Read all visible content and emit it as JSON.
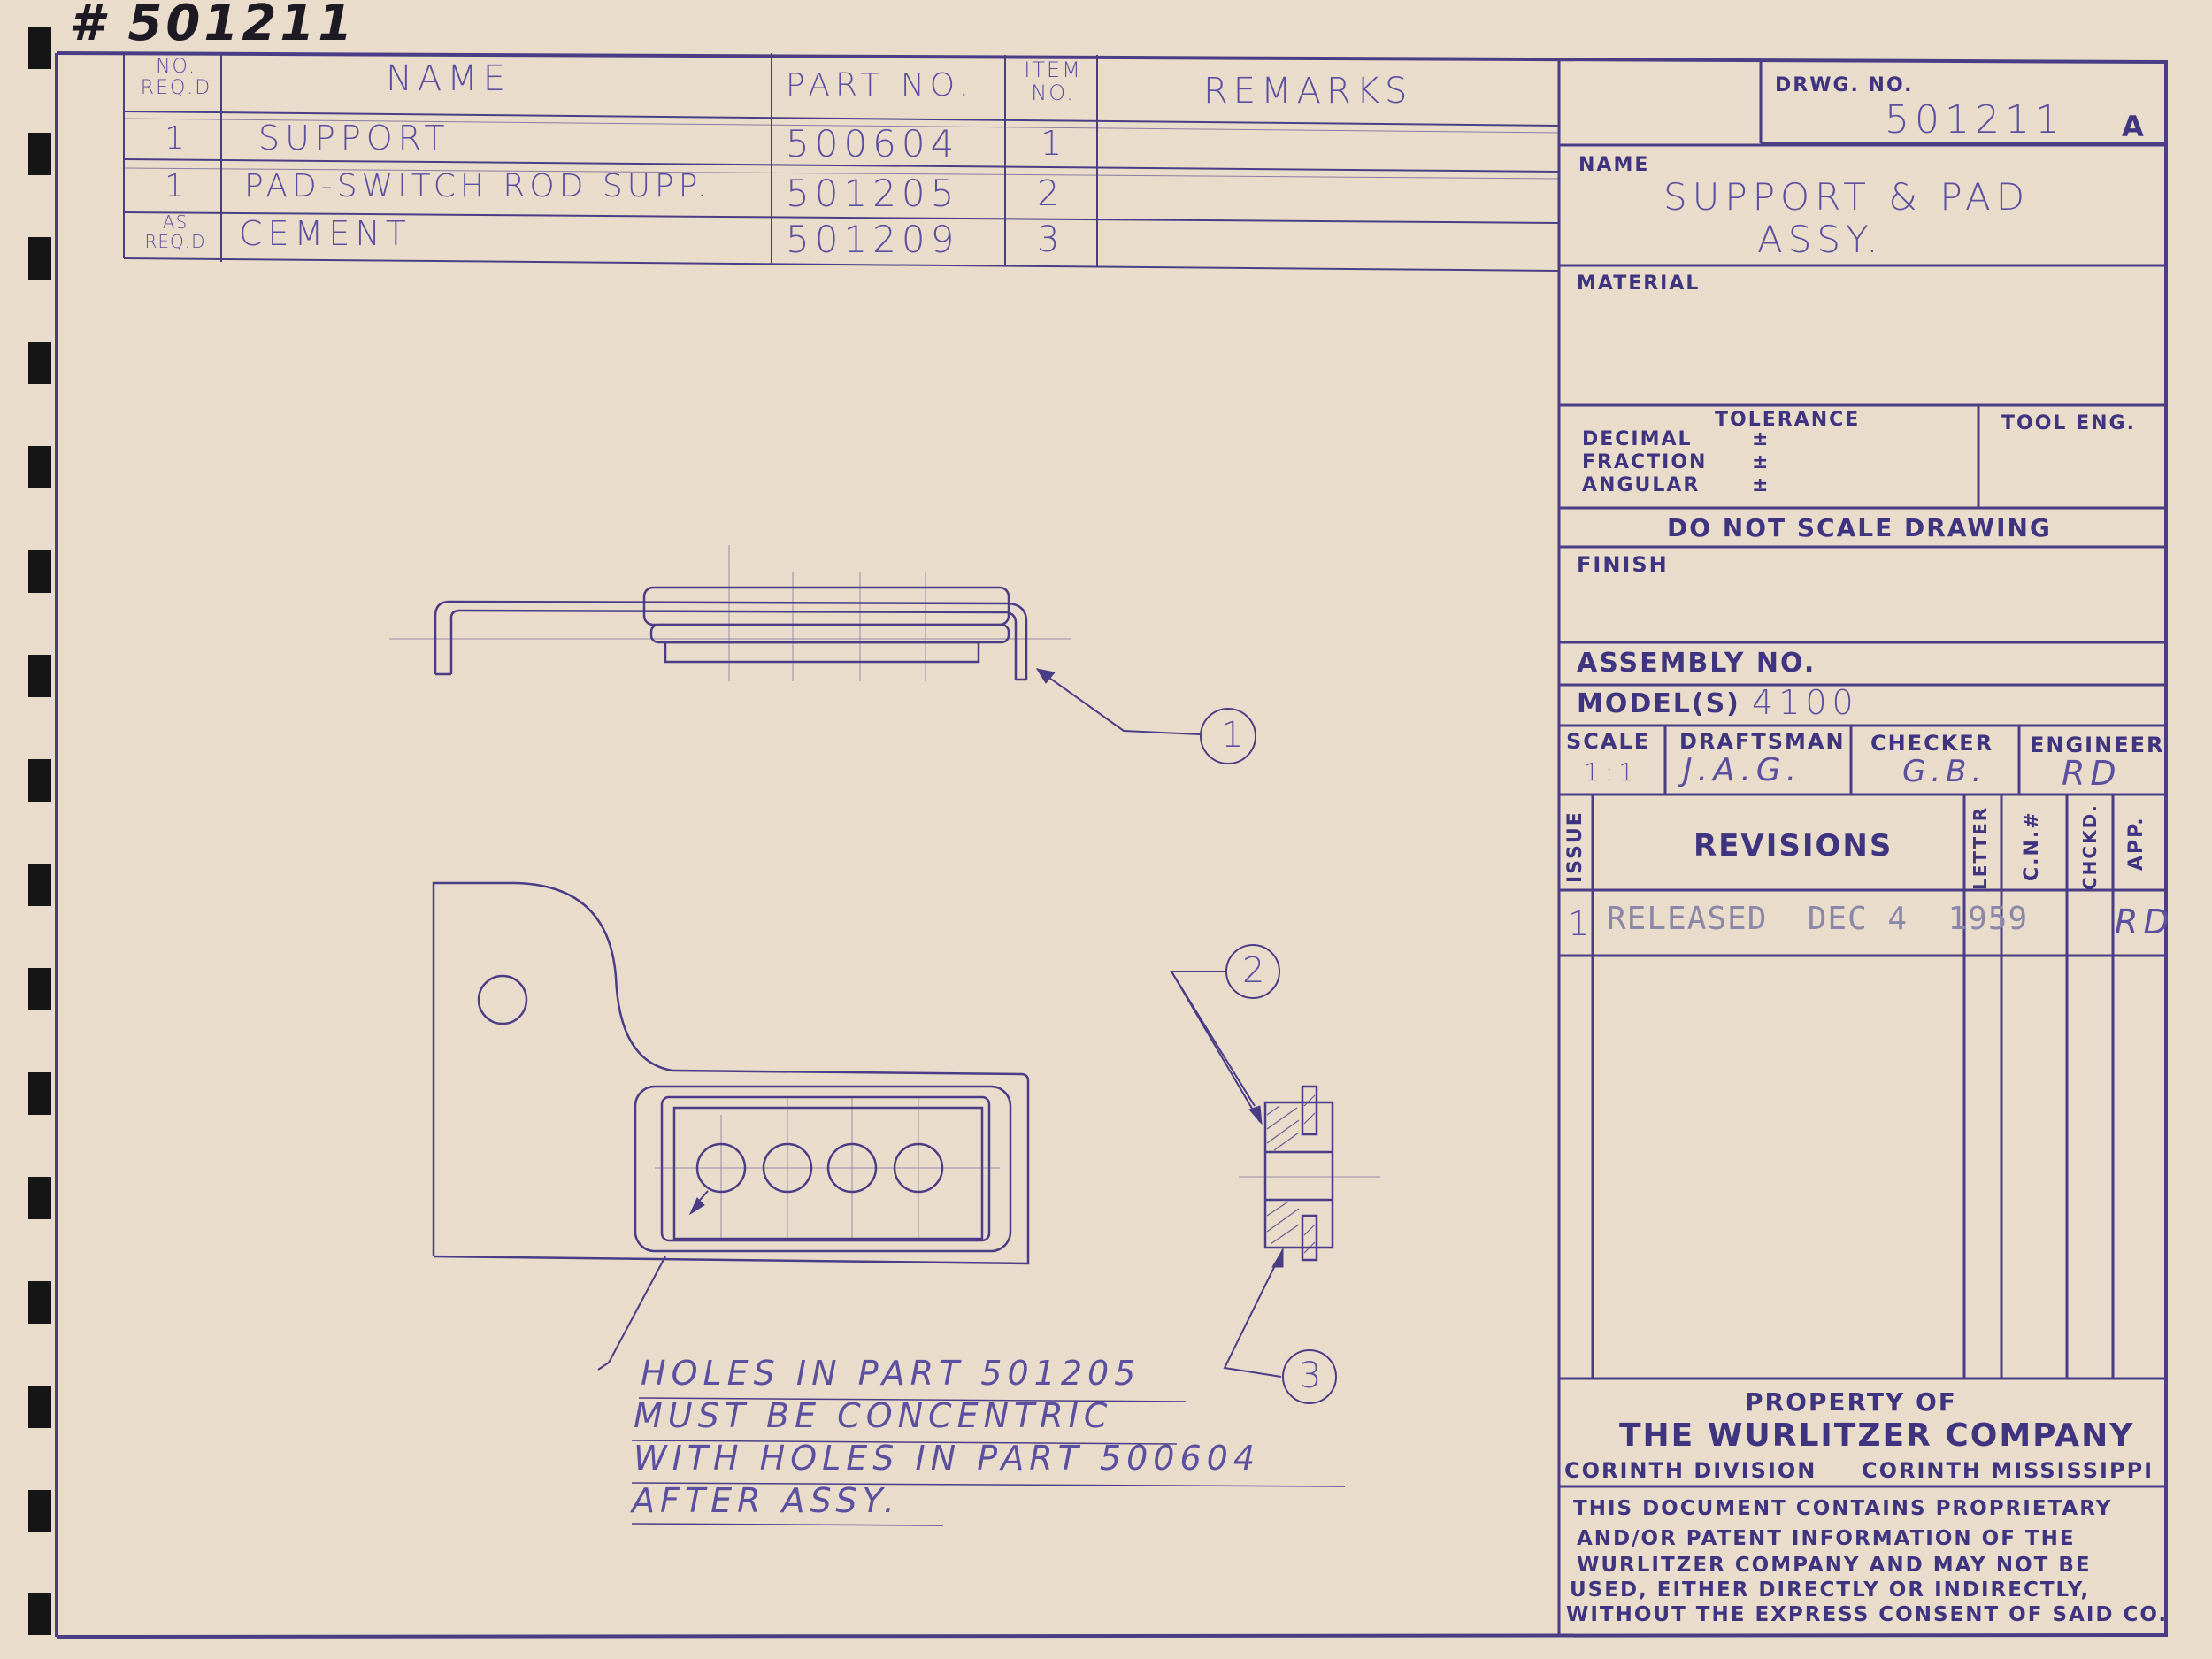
{
  "header_number": "# 501211",
  "parts_list": {
    "headers": {
      "qty": "NO. REQ.D",
      "name": "NAME",
      "part_no": "PART NO.",
      "item_no": "ITEM NO.",
      "remarks": "REMARKS"
    },
    "rows": [
      {
        "qty": "1",
        "name": "SUPPORT",
        "part_no": "500604",
        "item": "1",
        "remarks": ""
      },
      {
        "qty": "1",
        "name": "PAD-SWITCH ROD SUPP.",
        "part_no": "501205",
        "item": "2",
        "remarks": ""
      },
      {
        "qty": "AS REQ.D",
        "name": "CEMENT",
        "part_no": "501209",
        "item": "3",
        "remarks": ""
      }
    ]
  },
  "title_block": {
    "drwg_no_label": "DRWG. NO.",
    "drwg_no": "501211",
    "drwg_rev": "A",
    "name_label": "NAME",
    "name_line1": "SUPPORT & PAD",
    "name_line2": "ASSY.",
    "material_label": "MATERIAL",
    "tolerance_label": "TOLERANCE",
    "decimal_label": "DECIMAL",
    "fraction_label": "FRACTION",
    "angular_label": "ANGULAR",
    "plus_minus": "±",
    "tool_eng_label": "TOOL ENG.",
    "do_not_scale": "DO NOT SCALE DRAWING",
    "finish_label": "FINISH",
    "assembly_label": "ASSEMBLY NO.",
    "models_label": "MODEL(S)",
    "models_value": "4100",
    "scale_label": "SCALE",
    "scale_value": "1:1",
    "draftsman_label": "DRAFTSMAN",
    "draftsman_value": "J.A.G.",
    "checker_label": "CHECKER",
    "checker_value": "G.B.",
    "engineer_label": "ENGINEER",
    "engineer_value": "RD",
    "issue_label": "ISSUE",
    "revisions_label": "REVISIONS",
    "letter_label": "LETTER",
    "cn_label": "C.N.#",
    "chckd_label": "CHCKD.",
    "app_label": "APP.",
    "revision_issue": "1",
    "revision_stamp": "RELEASED  DEC 4  1959",
    "revision_app": "RD",
    "property_of": "PROPERTY OF",
    "company": "THE WURLITZER COMPANY",
    "division": "CORINTH DIVISION",
    "location": "CORINTH MISSISSIPPI",
    "notice": [
      "THIS DOCUMENT CONTAINS PROPRIETARY",
      "AND/OR PATENT INFORMATION OF THE",
      "WURLITZER COMPANY AND MAY NOT BE",
      "USED, EITHER DIRECTLY OR INDIRECTLY,",
      "WITHOUT THE EXPRESS CONSENT OF SAID CO."
    ]
  },
  "drawing": {
    "balloons": [
      "1",
      "2",
      "3"
    ],
    "note": [
      "HOLES IN PART 501205",
      "MUST BE CONCENTRIC",
      "WITH HOLES IN PART 500604",
      "AFTER ASSY."
    ]
  },
  "colors": {
    "paper": "#e9dccb",
    "ink": "#4a3d86",
    "frame": "#3f3480",
    "binding": "#151515"
  }
}
